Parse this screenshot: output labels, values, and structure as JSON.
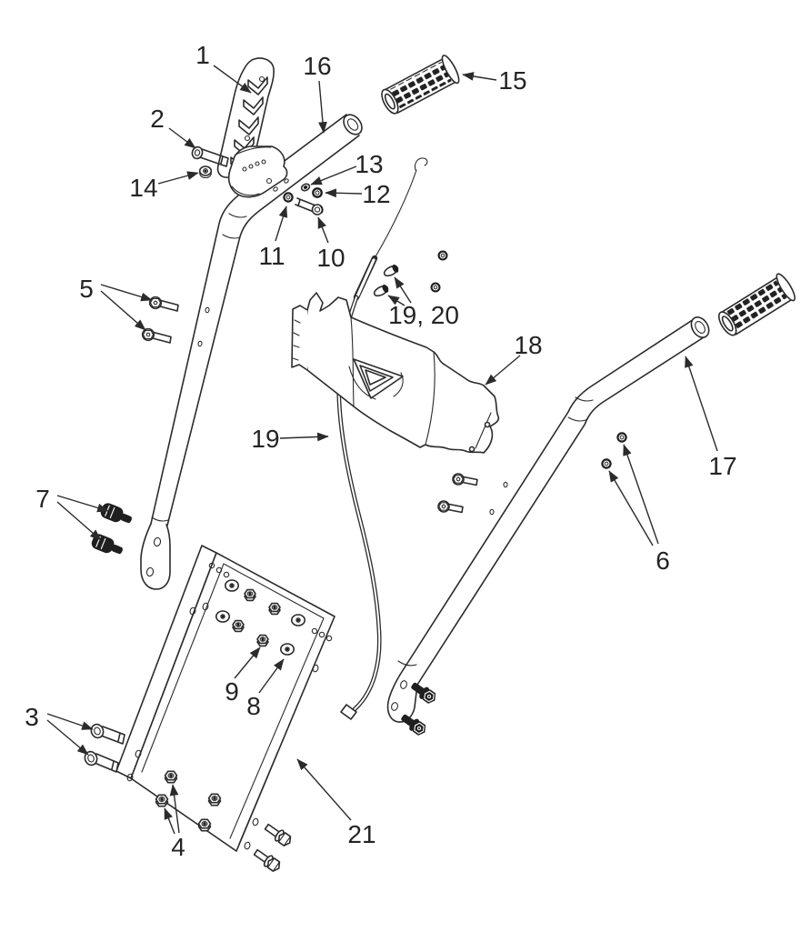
{
  "figure": {
    "type": "exploded-parts-diagram",
    "subject": "handle-assembly",
    "colors": {
      "background": "#ffffff",
      "line": "#2b2b2b",
      "dark_part": "#1f1f1f",
      "label_text": "#242424"
    },
    "callouts": [
      {
        "label": "1",
        "part": "control-lever"
      },
      {
        "label": "2",
        "part": "hex-bolt"
      },
      {
        "label": "3",
        "part": "shoulder-bolts"
      },
      {
        "label": "4",
        "part": "hex-nuts"
      },
      {
        "label": "5",
        "part": "hex-flange-bolts"
      },
      {
        "label": "6",
        "part": "flange-lock-nuts"
      },
      {
        "label": "7",
        "part": "knob-bolts"
      },
      {
        "label": "8",
        "part": "flat-washer"
      },
      {
        "label": "9",
        "part": "hex-nut"
      },
      {
        "label": "10",
        "part": "carriage-bolt"
      },
      {
        "label": "11",
        "part": "flange-nut"
      },
      {
        "label": "12",
        "part": "flange-nut"
      },
      {
        "label": "13",
        "part": "flat-washer"
      },
      {
        "label": "14",
        "part": "flange-nut"
      },
      {
        "label": "15",
        "part": "hand-grip-left"
      },
      {
        "label": "16",
        "part": "upper-handle-left"
      },
      {
        "label": "17",
        "part": "upper-handle-right"
      },
      {
        "label": "18",
        "part": "cable-guard-cover"
      },
      {
        "label": "19",
        "part": "control-cable"
      },
      {
        "label": "19, 20",
        "part": "cable-ties"
      },
      {
        "label": "21",
        "part": "handle-mounting-panel"
      }
    ]
  }
}
